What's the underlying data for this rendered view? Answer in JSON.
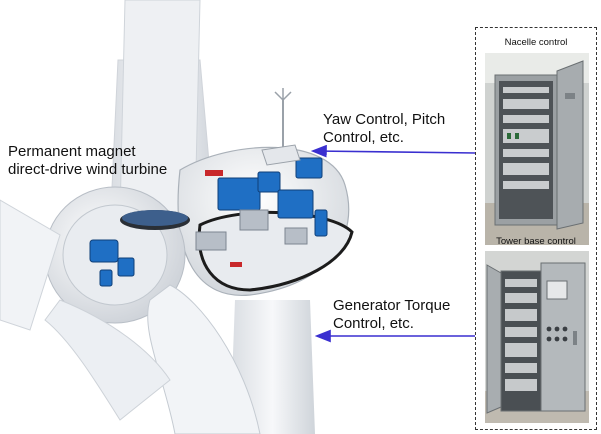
{
  "labels": {
    "turbine": [
      "Permanent magnet",
      "direct-drive wind turbine"
    ],
    "yaw": [
      "Yaw Control, Pitch",
      "Control, etc."
    ],
    "generator": [
      "Generator Torque",
      "Control, etc."
    ]
  },
  "panel": {
    "nacelle_caption": "Nacelle control",
    "tower_caption": "Tower base control"
  },
  "colors": {
    "arrow": "#3a2fd0",
    "component_blue": "#1f6fc4"
  }
}
